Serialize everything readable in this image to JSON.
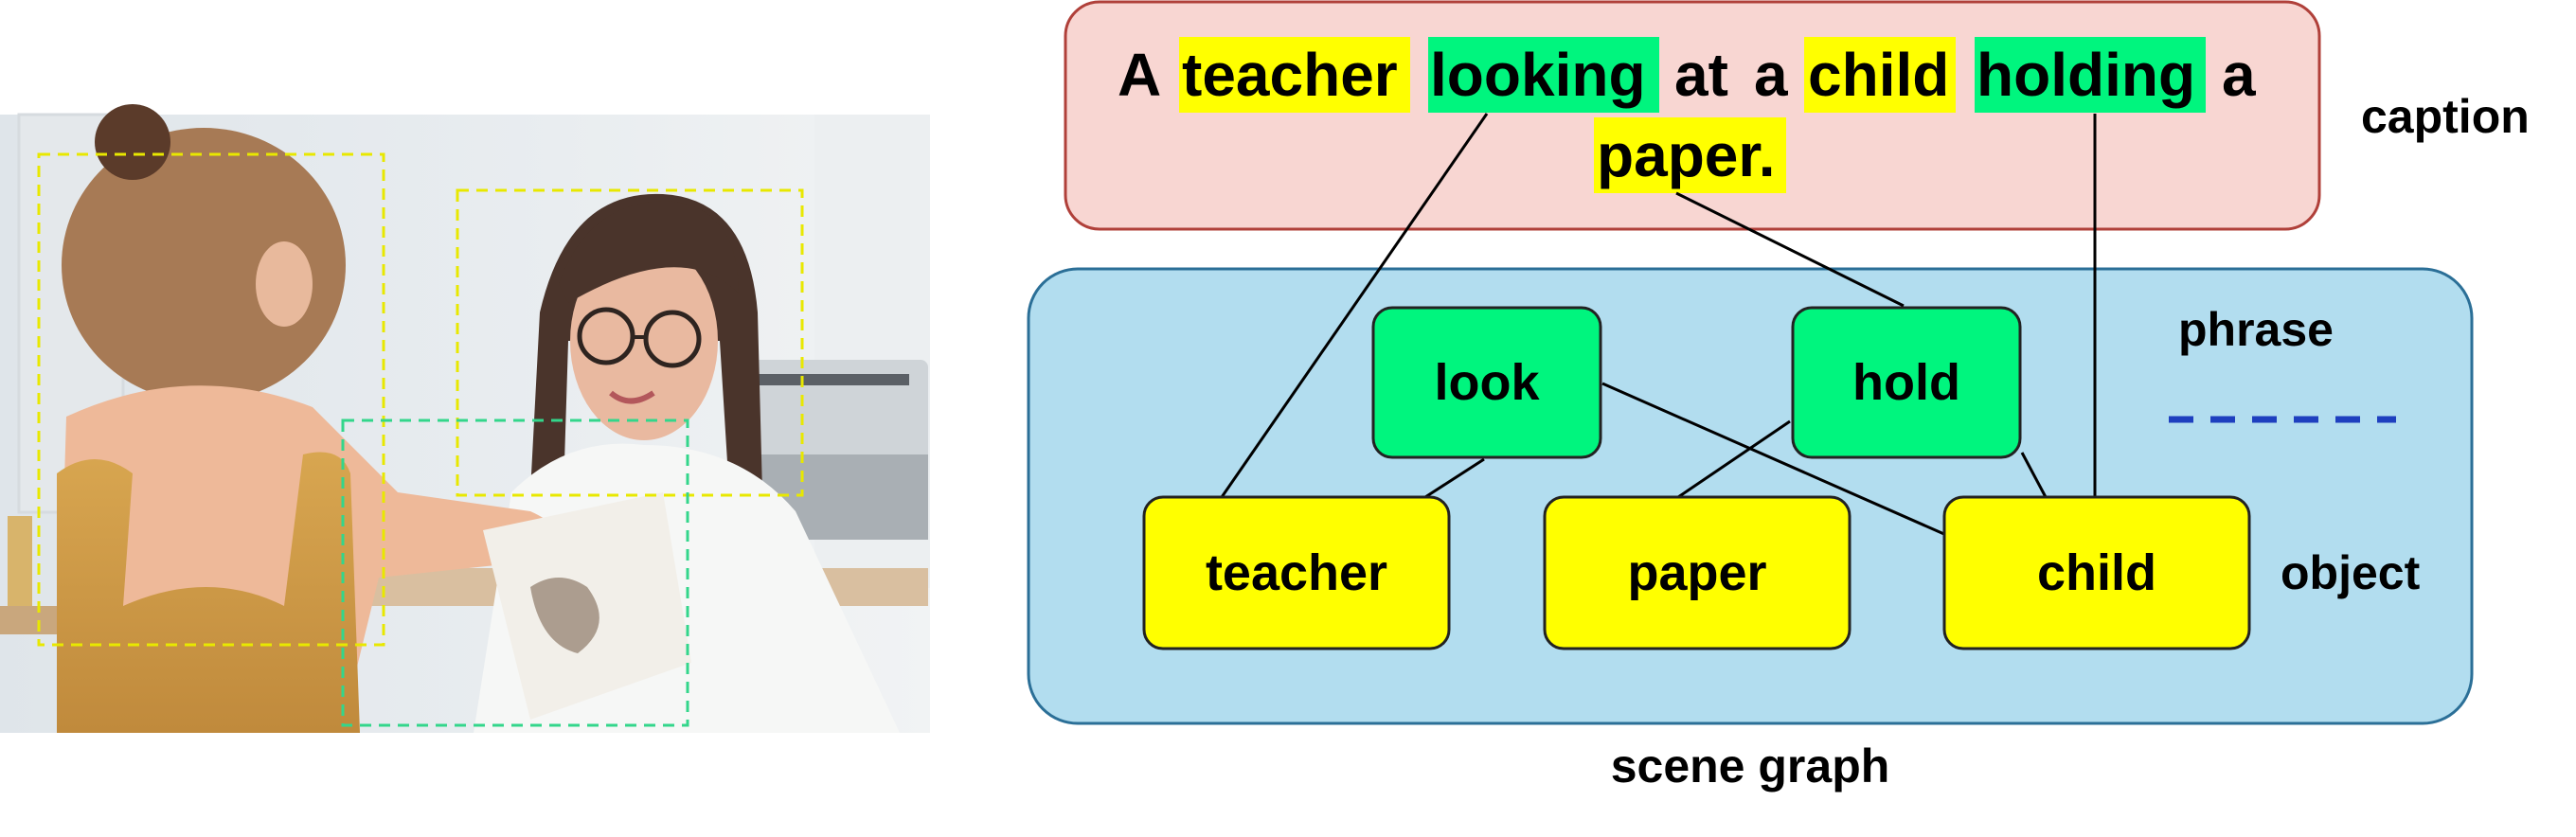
{
  "caption": {
    "label": "caption",
    "words": [
      {
        "text": "A",
        "hl": "none"
      },
      {
        "text": "teacher",
        "hl": "object"
      },
      {
        "text": "looking",
        "hl": "relation"
      },
      {
        "text": "at",
        "hl": "none"
      },
      {
        "text": "a",
        "hl": "none"
      },
      {
        "text": "child",
        "hl": "object"
      },
      {
        "text": "holding",
        "hl": "relation"
      },
      {
        "text": "a",
        "hl": "none"
      },
      {
        "text": "paper.",
        "hl": "object"
      }
    ]
  },
  "scene_graph": {
    "label": "scene graph",
    "legend": {
      "phrase": "phrase",
      "object": "object"
    },
    "relation_nodes": [
      {
        "id": "look",
        "label": "look"
      },
      {
        "id": "hold",
        "label": "hold"
      }
    ],
    "object_nodes": [
      {
        "id": "teacher",
        "label": "teacher"
      },
      {
        "id": "paper",
        "label": "paper"
      },
      {
        "id": "child",
        "label": "child"
      }
    ],
    "edges": [
      {
        "from": "look",
        "to": "teacher"
      },
      {
        "from": "look",
        "to": "child"
      },
      {
        "from": "hold",
        "to": "paper"
      },
      {
        "from": "hold",
        "to": "child"
      }
    ]
  },
  "photo": {
    "boxes": [
      {
        "kind": "object",
        "target": "child"
      },
      {
        "kind": "object",
        "target": "teacher"
      },
      {
        "kind": "object",
        "target": "paper"
      }
    ]
  },
  "colors": {
    "object_fill": "#ffff00",
    "relation_fill": "#00f57e",
    "caption_bg": "#f8d6d2",
    "caption_border": "#b0403a",
    "graph_bg": "#b2ddef",
    "graph_border": "#2b6f97",
    "legend_line": "#1e3fbf"
  }
}
